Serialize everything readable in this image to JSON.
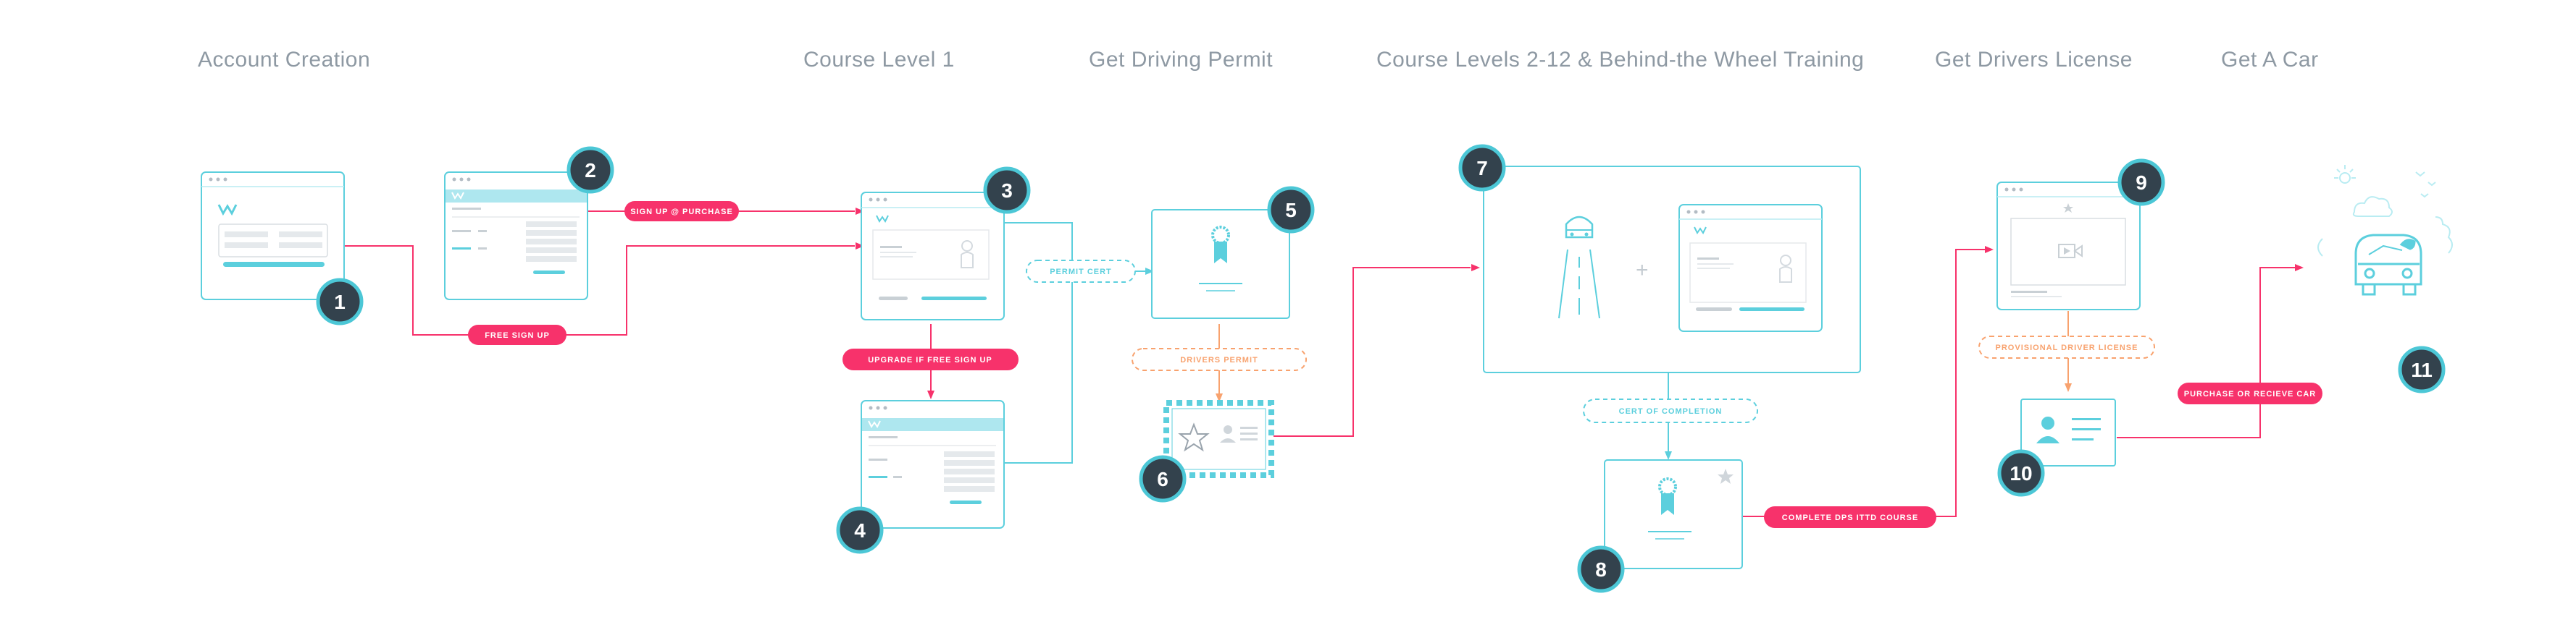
{
  "colors": {
    "teal": "#5ccfdd",
    "teal_light": "#b9ecf2",
    "pink": "#f7326b",
    "orange": "#f8a26e",
    "badge_fill": "#33424d",
    "badge_ring": "#4cc7d6",
    "gray_line": "#d9dee2",
    "title_gray": "#8e99a3"
  },
  "stages": [
    {
      "title": "Account Creation"
    },
    {
      "title": "Course Level 1"
    },
    {
      "title": "Get Driving Permit"
    },
    {
      "title": "Course Levels 2-12 & Behind-the Wheel Training"
    },
    {
      "title": "Get Drivers License"
    },
    {
      "title": "Get A Car"
    }
  ],
  "steps": [
    "1",
    "2",
    "3",
    "4",
    "5",
    "6",
    "7",
    "8",
    "9",
    "10",
    "11"
  ],
  "actions": {
    "sign_up_purchase": "SIGN UP @ PURCHASE",
    "free_sign_up": "FREE SIGN UP",
    "upgrade_if_free": "UPGRADE IF FREE SIGN UP",
    "complete_dps": "COMPLETE DPS ITTD COURSE",
    "purchase_car": "PURCHASE OR RECIEVE CAR"
  },
  "artifacts": {
    "permit_cert": "PERMIT CERT",
    "drivers_permit": "DRIVERS PERMIT",
    "cert_of_completion": "CERT OF COMPLETION",
    "provisional_license": "PROVISIONAL DRIVER LICENSE"
  },
  "plus_sign": "+",
  "icons": [
    "browser-window",
    "award-ribbon",
    "road",
    "car",
    "video",
    "person",
    "star",
    "sun",
    "cloud",
    "bird"
  ]
}
